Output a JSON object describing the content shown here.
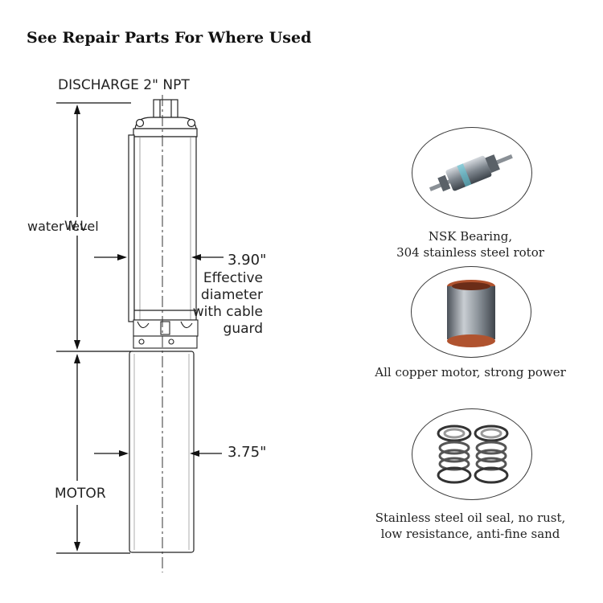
{
  "title": "See Repair Parts For Where Used",
  "diagram": {
    "discharge_label": "DISCHARGE 2\" NPT",
    "water_level_label": "water level",
    "water_level_abbr": "W.L.",
    "pump_diameter": "3.90\"",
    "pump_diameter_desc": "Effective diameter with cable guard",
    "motor_diameter": "3.75\"",
    "motor_label": "MOTOR"
  },
  "features": [
    {
      "name": "bearing-rotor",
      "caption_line1": "NSK Bearing,",
      "caption_line2": "304 stainless steel rotor"
    },
    {
      "name": "copper-motor",
      "caption_line1": "All copper motor, strong power",
      "caption_line2": ""
    },
    {
      "name": "oil-seal",
      "caption_line1": "Stainless steel oil seal, no rust,",
      "caption_line2": "low resistance, anti-fine sand"
    }
  ]
}
